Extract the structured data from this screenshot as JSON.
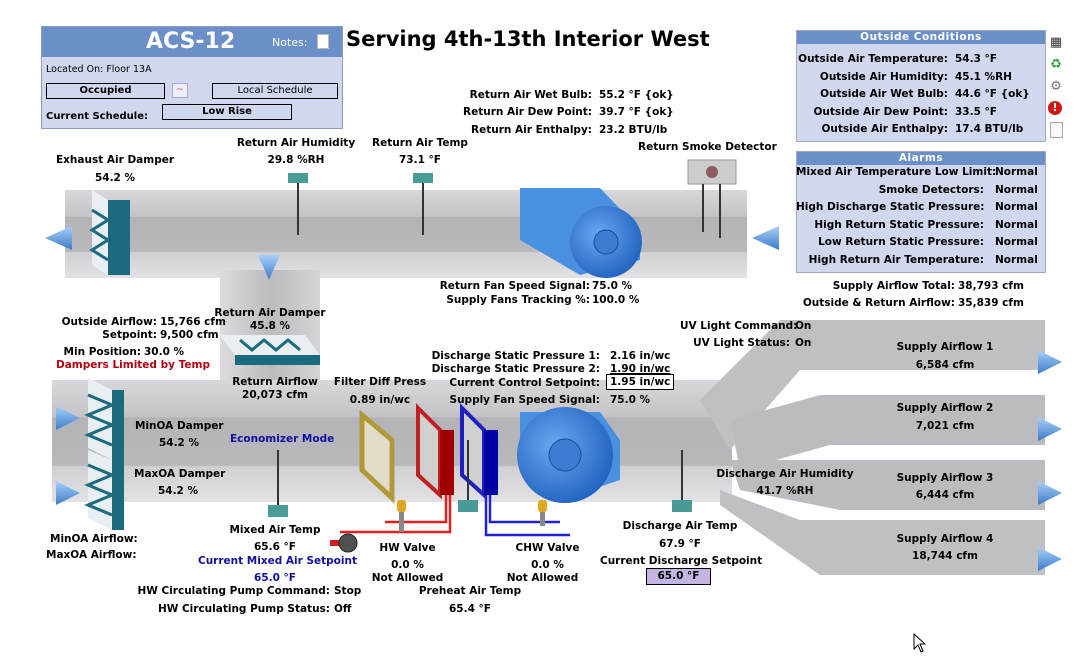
{
  "header": {
    "unit_name": "ACS-12",
    "notes_label": "Notes:",
    "location": "Located On: Floor 13A",
    "occupancy": "Occupied",
    "schedule_mode": "Local Schedule",
    "current_schedule_label": "Current Schedule:",
    "current_schedule": "Low Rise"
  },
  "page_title": "Serving 4th-13th Interior West",
  "outside_conditions": {
    "title": "Outside Conditions",
    "rows": [
      {
        "label": "Outside Air Temperature:",
        "value": "54.3 °F"
      },
      {
        "label": "Outside Air Humidity:",
        "value": "45.1 %RH"
      },
      {
        "label": "Outside Air Wet Bulb:",
        "value": "44.6 °F {ok}"
      },
      {
        "label": "Outside Air Dew Point:",
        "value": "33.5 °F"
      },
      {
        "label": "Outside Air Enthalpy:",
        "value": "17.4 BTU/lb"
      }
    ]
  },
  "alarms": {
    "title": "Alarms",
    "rows": [
      {
        "label": "Mixed Air Temperature Low Limit:",
        "value": "Normal"
      },
      {
        "label": "Smoke Detectors:",
        "value": "Normal"
      },
      {
        "label": "High Discharge Static Pressure:",
        "value": "Normal"
      },
      {
        "label": "High Return Static Pressure:",
        "value": "Normal"
      },
      {
        "label": "Low Return Static Pressure:",
        "value": "Normal"
      },
      {
        "label": "High Return Air Temperature:",
        "value": "Normal"
      }
    ]
  },
  "side_icons": [
    "building-icon",
    "recycle-icon",
    "gear-icon",
    "alarm-icon",
    "document-icon"
  ],
  "return_air": {
    "wet_bulb_label": "Return Air Wet Bulb:",
    "wet_bulb": "55.2 °F {ok}",
    "dew_point_label": "Return Air Dew Point:",
    "dew_point": "39.7 °F {ok}",
    "enthalpy_label": "Return Air Enthalpy:",
    "enthalpy": "23.2 BTU/lb",
    "humidity_label": "Return Air Humidity",
    "humidity": "29.8 %RH",
    "temp_label": "Return Air Temp",
    "temp": "73.1 °F",
    "smoke_label": "Return Smoke Detector",
    "fan_speed_label": "Return Fan Speed Signal:",
    "fan_speed": "75.0 %",
    "tracking_label": "Supply Fans Tracking %:",
    "tracking": "100.0 %"
  },
  "exhaust_damper": {
    "label": "Exhaust Air Damper",
    "value": "54.2 %"
  },
  "return_damper": {
    "label": "Return Air Damper",
    "value": "45.8 %"
  },
  "return_airflow": {
    "label": "Return Airflow",
    "value": "20,073 cfm"
  },
  "outside_air": {
    "airflow_label": "Outside Airflow:",
    "airflow": "15,766 cfm",
    "setpoint_label": "Setpoint:",
    "setpoint": "9,500 cfm",
    "min_pos_label": "Min Position:",
    "min_pos": "30.0 %",
    "limit_text": "Dampers Limited by Temp"
  },
  "minoa_damper": {
    "label": "MinOA Damper",
    "value": "54.2 %"
  },
  "maxoa_damper": {
    "label": "MaxOA Damper",
    "value": "54.2 %"
  },
  "minoa_airflow_label": "MinOA Airflow:",
  "maxoa_airflow_label": "MaxOA Airflow:",
  "economizer_mode": "Economizer Mode",
  "filter": {
    "label": "Filter Diff Press",
    "value": "0.89 in/wc"
  },
  "discharge": {
    "sp1_label": "Discharge Static Pressure 1:",
    "sp1": "2.16 in/wc",
    "sp2_label": "Discharge Static Pressure 2:",
    "sp2": "1.90 in/wc",
    "setpoint_label": "Current Control Setpoint:",
    "setpoint": "1.95 in/wc",
    "fan_speed_label": "Supply Fan Speed Signal:",
    "fan_speed": "75.0 %",
    "temp_label": "Discharge Air Temp",
    "temp": "67.9 °F",
    "temp_sp_label": "Current Discharge Setpoint",
    "temp_sp": "65.0 °F",
    "humidity_label": "Discharge Air Humidity",
    "humidity": "41.7 %RH"
  },
  "uv": {
    "cmd_label": "UV Light Command:",
    "cmd": "On",
    "status_label": "UV Light Status:",
    "status": "On"
  },
  "supply_totals": {
    "total_label": "Supply Airflow Total:",
    "total": "38,793 cfm",
    "or_label": "Outside & Return Airflow:",
    "or": "35,839 cfm"
  },
  "supply_branches": [
    {
      "label": "Supply Airflow 1",
      "value": "6,584 cfm"
    },
    {
      "label": "Supply Airflow 2",
      "value": "7,021 cfm"
    },
    {
      "label": "Supply Airflow 3",
      "value": "6,444 cfm"
    },
    {
      "label": "Supply Airflow 4",
      "value": "18,744 cfm"
    }
  ],
  "mixed_air": {
    "label": "Mixed Air Temp",
    "value": "65.6 °F",
    "sp_label": "Current Mixed Air Setpoint",
    "sp": "65.0 °F"
  },
  "hw_pump": {
    "cmd_label": "HW Circulating Pump Command:",
    "cmd": "Stop",
    "status_label": "HW Circulating Pump Status:",
    "status": "Off"
  },
  "hw_valve": {
    "label": "HW Valve",
    "value": "0.0 %",
    "status": "Not Allowed"
  },
  "chw_valve": {
    "label": "CHW Valve",
    "value": "0.0 %",
    "status": "Not Allowed"
  },
  "preheat": {
    "label": "Preheat Air Temp",
    "value": "65.4 °F"
  }
}
